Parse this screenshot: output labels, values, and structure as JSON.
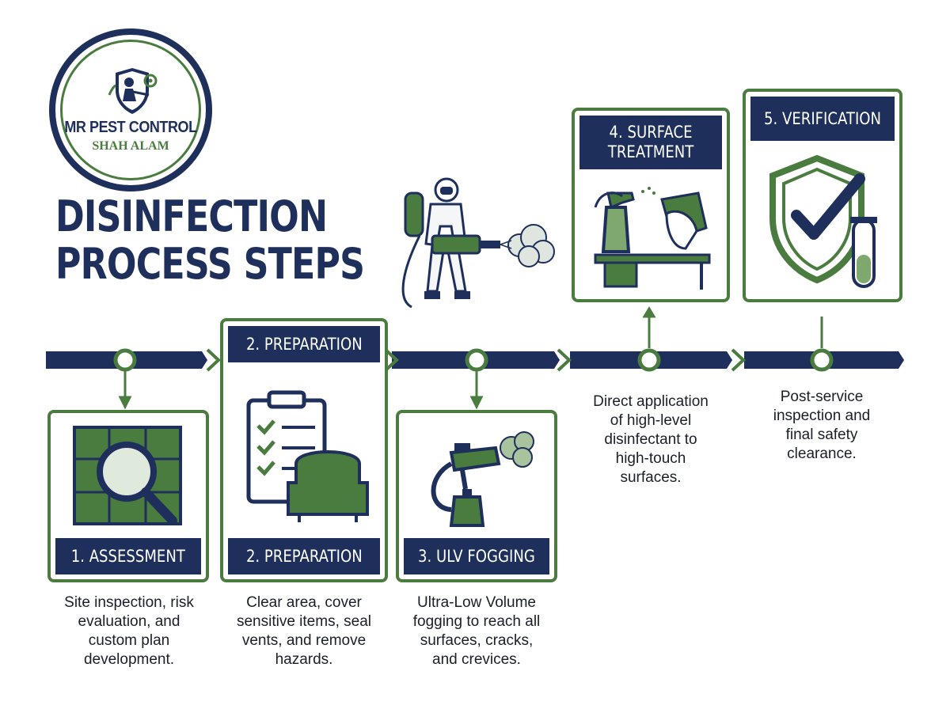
{
  "logo": {
    "name": "MR PEST CONTROL",
    "sub": "SHAH ALAM"
  },
  "title": {
    "line1": "DISINFECTION",
    "line2": "PROCESS STEPS"
  },
  "steps": [
    {
      "label": "1. ASSESSMENT",
      "icon": "magnifier-floorplan-icon",
      "desc": [
        "Site inspection, risk",
        "evaluation, and",
        "custom plan",
        "development."
      ]
    },
    {
      "label": "2. PREPARATION",
      "top_label": "2. PREPARATION",
      "icon": "clipboard-armchair-icon",
      "desc": [
        "Clear area, cover",
        "sensitive items, seal",
        "vents, and remove",
        "hazards."
      ]
    },
    {
      "label": "3. ULV FOGGING",
      "icon": "fogger-machine-icon",
      "desc": [
        "Ultra-Low Volume",
        "fogging to reach all",
        "surfaces, cracks,",
        "and crevices."
      ]
    },
    {
      "label_line1": "4. SURFACE",
      "label_line2": "TREATMENT",
      "icon": "spray-wipe-icon",
      "desc": [
        "Direct application",
        "of high-level",
        "disinfectant to",
        "high-touch",
        "surfaces."
      ]
    },
    {
      "label": "5. VERIFICATION",
      "icon": "shield-check-testtube-icon",
      "desc": [
        "Post-service",
        "inspection and",
        "final safety",
        "clearance."
      ]
    }
  ],
  "colors": {
    "navy": "#1e2f5c",
    "green": "#4a7c3f",
    "light_green": "#7fa86f"
  }
}
